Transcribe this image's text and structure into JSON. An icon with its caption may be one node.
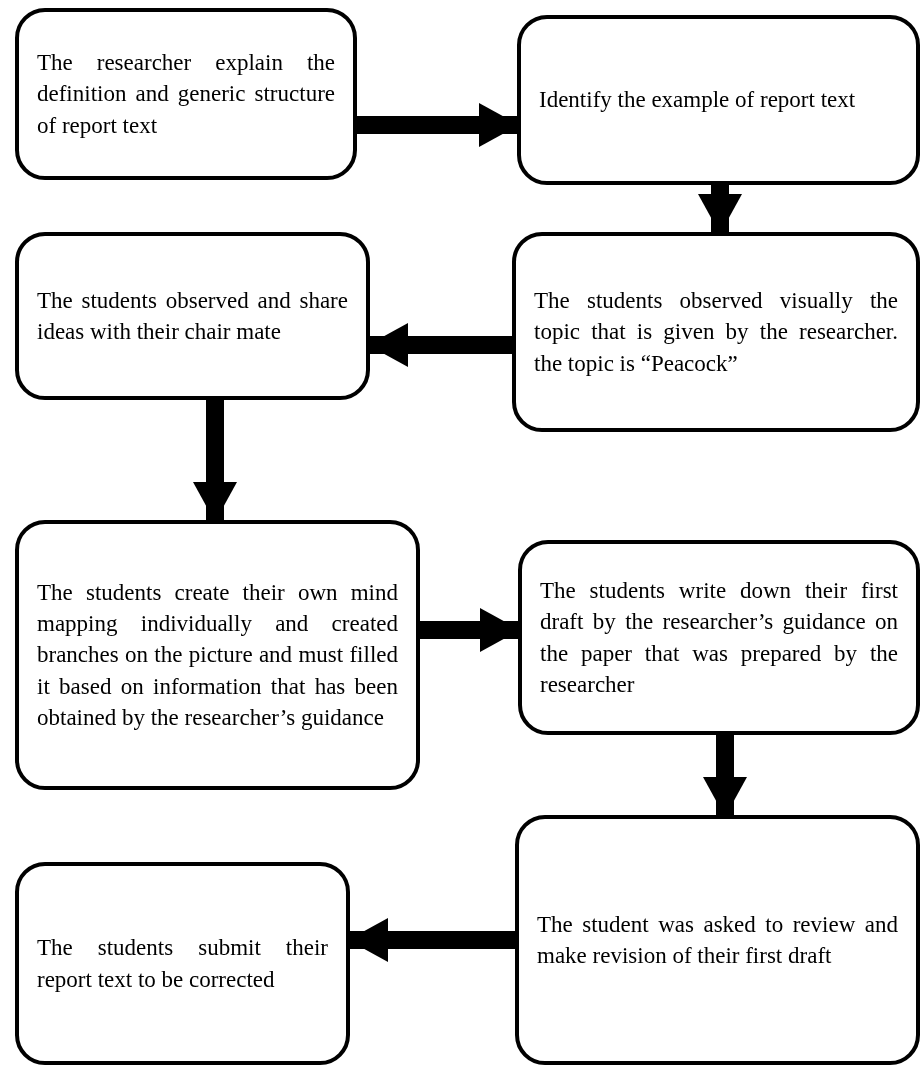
{
  "diagram": {
    "nodes": [
      {
        "text": [
          "The researcher explain the definition and generic structure of report text"
        ]
      },
      {
        "text": [
          "Identify the example of report text"
        ]
      },
      {
        "text": [
          "The students observed visually the topic that is given by the researcher. the topic is “Peacock”"
        ]
      },
      {
        "text": [
          "The students observed and share ideas with their chair mate"
        ]
      },
      {
        "text": [
          "The students create their own mind mapping individually and created branches on the picture and must filled it based on information that has been obtained by the researcher’s guidance"
        ]
      },
      {
        "text": [
          "The students write down their first draft by the researcher’s guidance on the paper that was prepared by the researcher"
        ]
      },
      {
        "text": [
          "The student was asked to review and make revision of their first draft"
        ]
      },
      {
        "text": [
          "The students submit their report text to be corrected"
        ]
      }
    ],
    "edges": [
      {
        "from": 0,
        "to": 1,
        "arrow": "to"
      },
      {
        "from": 1,
        "to": 2,
        "arrow": "to"
      },
      {
        "from": 2,
        "to": 3,
        "arrow": "to"
      },
      {
        "from": 3,
        "to": 4,
        "arrow": "to"
      },
      {
        "from": 4,
        "to": 5,
        "arrow": "to"
      },
      {
        "from": 5,
        "to": 6,
        "arrow": "to"
      },
      {
        "from": 6,
        "to": 7,
        "arrow": "to"
      }
    ]
  }
}
